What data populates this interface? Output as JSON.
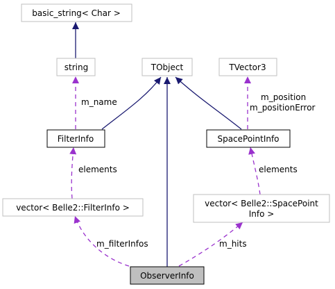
{
  "diagram": {
    "colors": {
      "inheritance": "#191970",
      "usage": "#9a32cd",
      "node_border_gray": "#bfbfbf",
      "node_border_black": "#000000",
      "highlight_fill": "#bfbfbf"
    },
    "nodes": {
      "basic_string": "basic_string< Char >",
      "string": "string",
      "tobject": "TObject",
      "tvector3": "TVector3",
      "filterinfo": "FilterInfo",
      "spacepointinfo": "SpacePointInfo",
      "vector_filterinfo": "vector< Belle2::FilterInfo >",
      "vector_spacepoint_line1": "vector< Belle2::SpacePoint",
      "vector_spacepoint_line2": "Info >",
      "observerinfo": "ObserverInfo"
    },
    "edge_labels": {
      "m_name": "m_name",
      "m_position": "m_position",
      "m_positionError": "m_positionError",
      "elements_filter": "elements",
      "elements_spacepoint": "elements",
      "m_filterInfos": "m_filterInfos",
      "m_hits": "m_hits"
    },
    "edges": [
      {
        "from": "string",
        "to": "basic_string",
        "kind": "inheritance"
      },
      {
        "from": "filterinfo",
        "to": "tobject",
        "kind": "inheritance"
      },
      {
        "from": "observerinfo",
        "to": "tobject",
        "kind": "inheritance"
      },
      {
        "from": "spacepointinfo",
        "to": "tobject",
        "kind": "inheritance"
      },
      {
        "from": "filterinfo",
        "to": "string",
        "kind": "usage",
        "label": "m_name"
      },
      {
        "from": "spacepointinfo",
        "to": "tvector3",
        "kind": "usage",
        "label": "m_position / m_positionError"
      },
      {
        "from": "vector_filterinfo",
        "to": "filterinfo",
        "kind": "usage",
        "label": "elements"
      },
      {
        "from": "vector_spacepoint",
        "to": "spacepointinfo",
        "kind": "usage",
        "label": "elements"
      },
      {
        "from": "observerinfo",
        "to": "vector_filterinfo",
        "kind": "usage",
        "label": "m_filterInfos"
      },
      {
        "from": "observerinfo",
        "to": "vector_spacepoint",
        "kind": "usage",
        "label": "m_hits"
      }
    ]
  }
}
